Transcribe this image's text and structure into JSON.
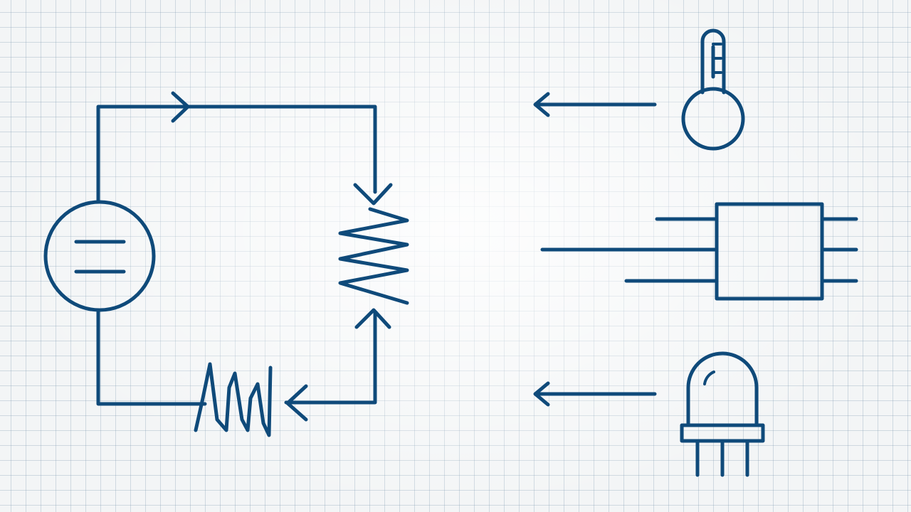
{
  "page": {
    "background": "#f3f5f6",
    "grid_color": "#8fa9bd",
    "ink_color": "#0f4a7a"
  },
  "circuit": {
    "components": [
      "battery-icon",
      "resistor-icon",
      "inductor-icon"
    ],
    "flow_direction": "clockwise"
  },
  "components_panel": {
    "items": [
      {
        "icon": "thermometer-icon",
        "arrow": "left"
      },
      {
        "icon": "ic-chip-icon",
        "arrow": "none"
      },
      {
        "icon": "led-icon",
        "arrow": "left"
      }
    ]
  }
}
